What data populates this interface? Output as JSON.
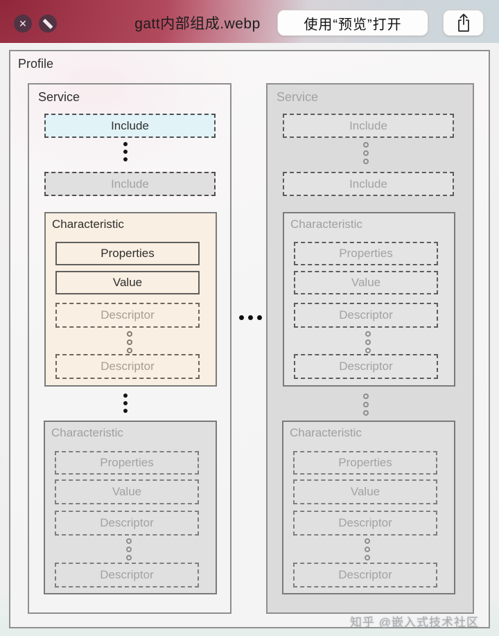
{
  "titlebar": {
    "filename": "gatt内部组成.webp",
    "open_with_preview_label": "使用“预览”打开",
    "close_icon": "close-x-circle",
    "block_icon": "prohibit-circle",
    "share_icon": "share-up-arrow"
  },
  "colors": {
    "titlebar_left_accent": "#b24a5e",
    "titlebar_pink": "#e8cbd6",
    "titlebar_right_blue": "#cbd7dc",
    "include_highlight_bg": "#e2f3f8",
    "characteristic_highlight_bg": "#f9efe2",
    "dim_box_bg": "#e0e0e0",
    "service_dim_bg": "#dbdbdb",
    "box_border_gray": "#8e8e8e"
  },
  "diagram": {
    "profile_label": "Profile",
    "watermark": "知乎 @嵌入式技术社区",
    "service_left": {
      "label": "Service",
      "include_top": "Include",
      "include_bottom": "Include",
      "characteristic_top": {
        "label": "Characteristic",
        "properties": "Properties",
        "value": "Value",
        "descriptor_top": "Descriptor",
        "descriptor_bottom": "Descriptor"
      },
      "characteristic_bottom": {
        "label": "Characteristic",
        "properties": "Properties",
        "value": "Value",
        "descriptor_top": "Descriptor",
        "descriptor_bottom": "Descriptor"
      }
    },
    "service_right": {
      "label": "Service",
      "include_top": "Include",
      "include_bottom": "Include",
      "characteristic_top": {
        "label": "Characteristic",
        "properties": "Properties",
        "value": "Value",
        "descriptor_top": "Descriptor",
        "descriptor_bottom": "Descriptor"
      },
      "characteristic_bottom": {
        "label": "Characteristic",
        "properties": "Properties",
        "value": "Value",
        "descriptor_top": "Descriptor",
        "descriptor_bottom": "Descriptor"
      }
    }
  }
}
